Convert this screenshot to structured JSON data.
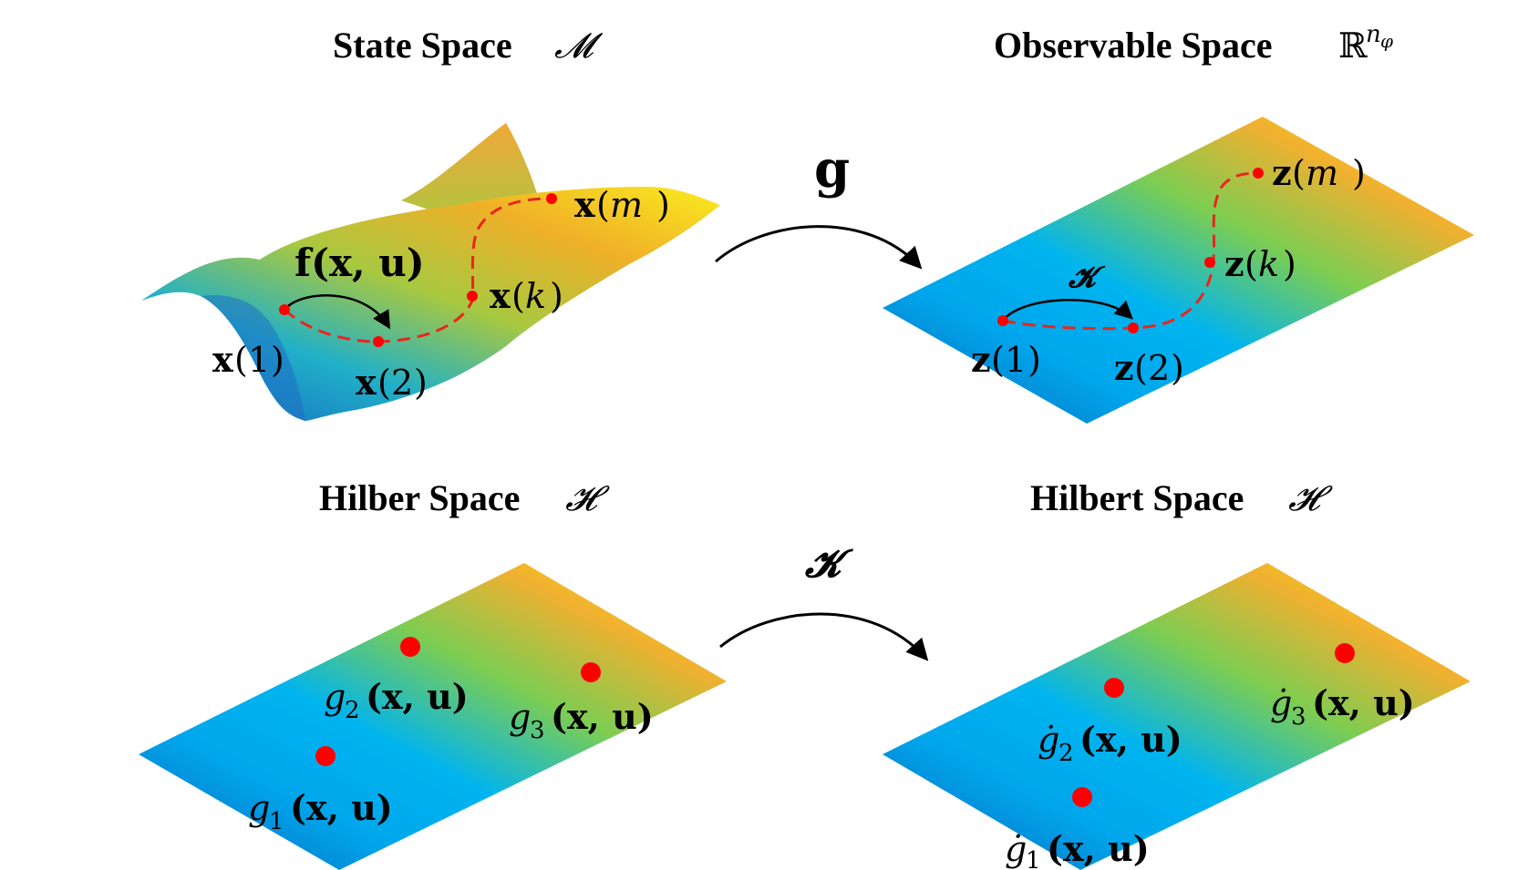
{
  "titles": {
    "top_left": {
      "text": "State Space",
      "symbol": "𝓜"
    },
    "top_right": {
      "text": "Observable Space",
      "symbol": "ℝ",
      "superscript": "n",
      "superscript_sub": "φ"
    },
    "bottom_left": {
      "text": "Hilber Space",
      "symbol": "𝓗"
    },
    "bottom_right": {
      "text": "Hilbert Space",
      "symbol": "𝓗"
    }
  },
  "operators": {
    "top_map": "g",
    "bottom_map": "𝓚",
    "inner_koopman": "𝓚"
  },
  "state_space_labels": {
    "f": "f(x, u)",
    "x1": {
      "var": "x",
      "arg": "1"
    },
    "x2": {
      "var": "x",
      "arg": "2"
    },
    "xk": {
      "var": "x",
      "arg": "k"
    },
    "xm": {
      "var": "x",
      "arg": "m"
    }
  },
  "observable_space_labels": {
    "z1": {
      "var": "z",
      "arg": "1"
    },
    "z2": {
      "var": "z",
      "arg": "2"
    },
    "zk": {
      "var": "z",
      "arg": "k"
    },
    "zm": {
      "var": "z",
      "arg": "m"
    }
  },
  "hilbert_left_labels": {
    "g1": {
      "base": "g",
      "sub": "1",
      "args": "(x, u)"
    },
    "g2": {
      "base": "g",
      "sub": "2",
      "args": "(x, u)"
    },
    "g3": {
      "base": "g",
      "sub": "3",
      "args": "(x, u)"
    }
  },
  "hilbert_right_labels": {
    "g1dot": {
      "base": "ġ",
      "sub": "1",
      "args": "(x, u)"
    },
    "g2dot": {
      "base": "ġ",
      "sub": "2",
      "args": "(x, u)"
    },
    "g3dot": {
      "base": "ġ",
      "sub": "3",
      "args": "(x, u)"
    }
  },
  "colors": {
    "point": "#ff0000",
    "trajectory": "#e8261c",
    "surface_low": "#0a62b8",
    "surface_mid": "#00b0ee",
    "surface_green": "#8ccf4a",
    "surface_high": "#ffe000"
  }
}
